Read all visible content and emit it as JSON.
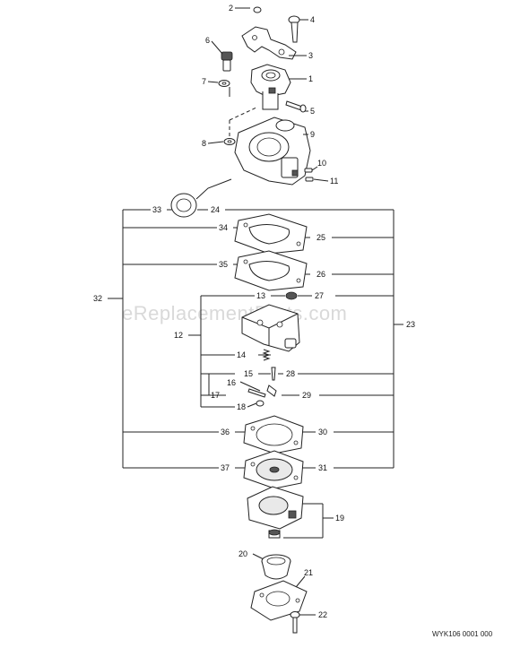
{
  "callouts": {
    "c1": "1",
    "c2": "2",
    "c3": "3",
    "c4": "4",
    "c5": "5",
    "c6": "6",
    "c7": "7",
    "c8": "8",
    "c9": "9",
    "c10": "10",
    "c11": "11",
    "c12": "12",
    "c13": "13",
    "c14": "14",
    "c15": "15",
    "c16": "16",
    "c17": "17",
    "c18": "18",
    "c19": "19",
    "c20": "20",
    "c21": "21",
    "c22": "22",
    "c23": "23",
    "c24": "24",
    "c25": "25",
    "c26": "26",
    "c27": "27",
    "c28": "28",
    "c29": "29",
    "c30": "30",
    "c31": "31",
    "c32": "32",
    "c33": "33",
    "c34": "34",
    "c35": "35",
    "c36": "36",
    "c37": "37"
  },
  "watermark": "eReplacementParts.com",
  "drawing_code": "WYK106 0001 000"
}
